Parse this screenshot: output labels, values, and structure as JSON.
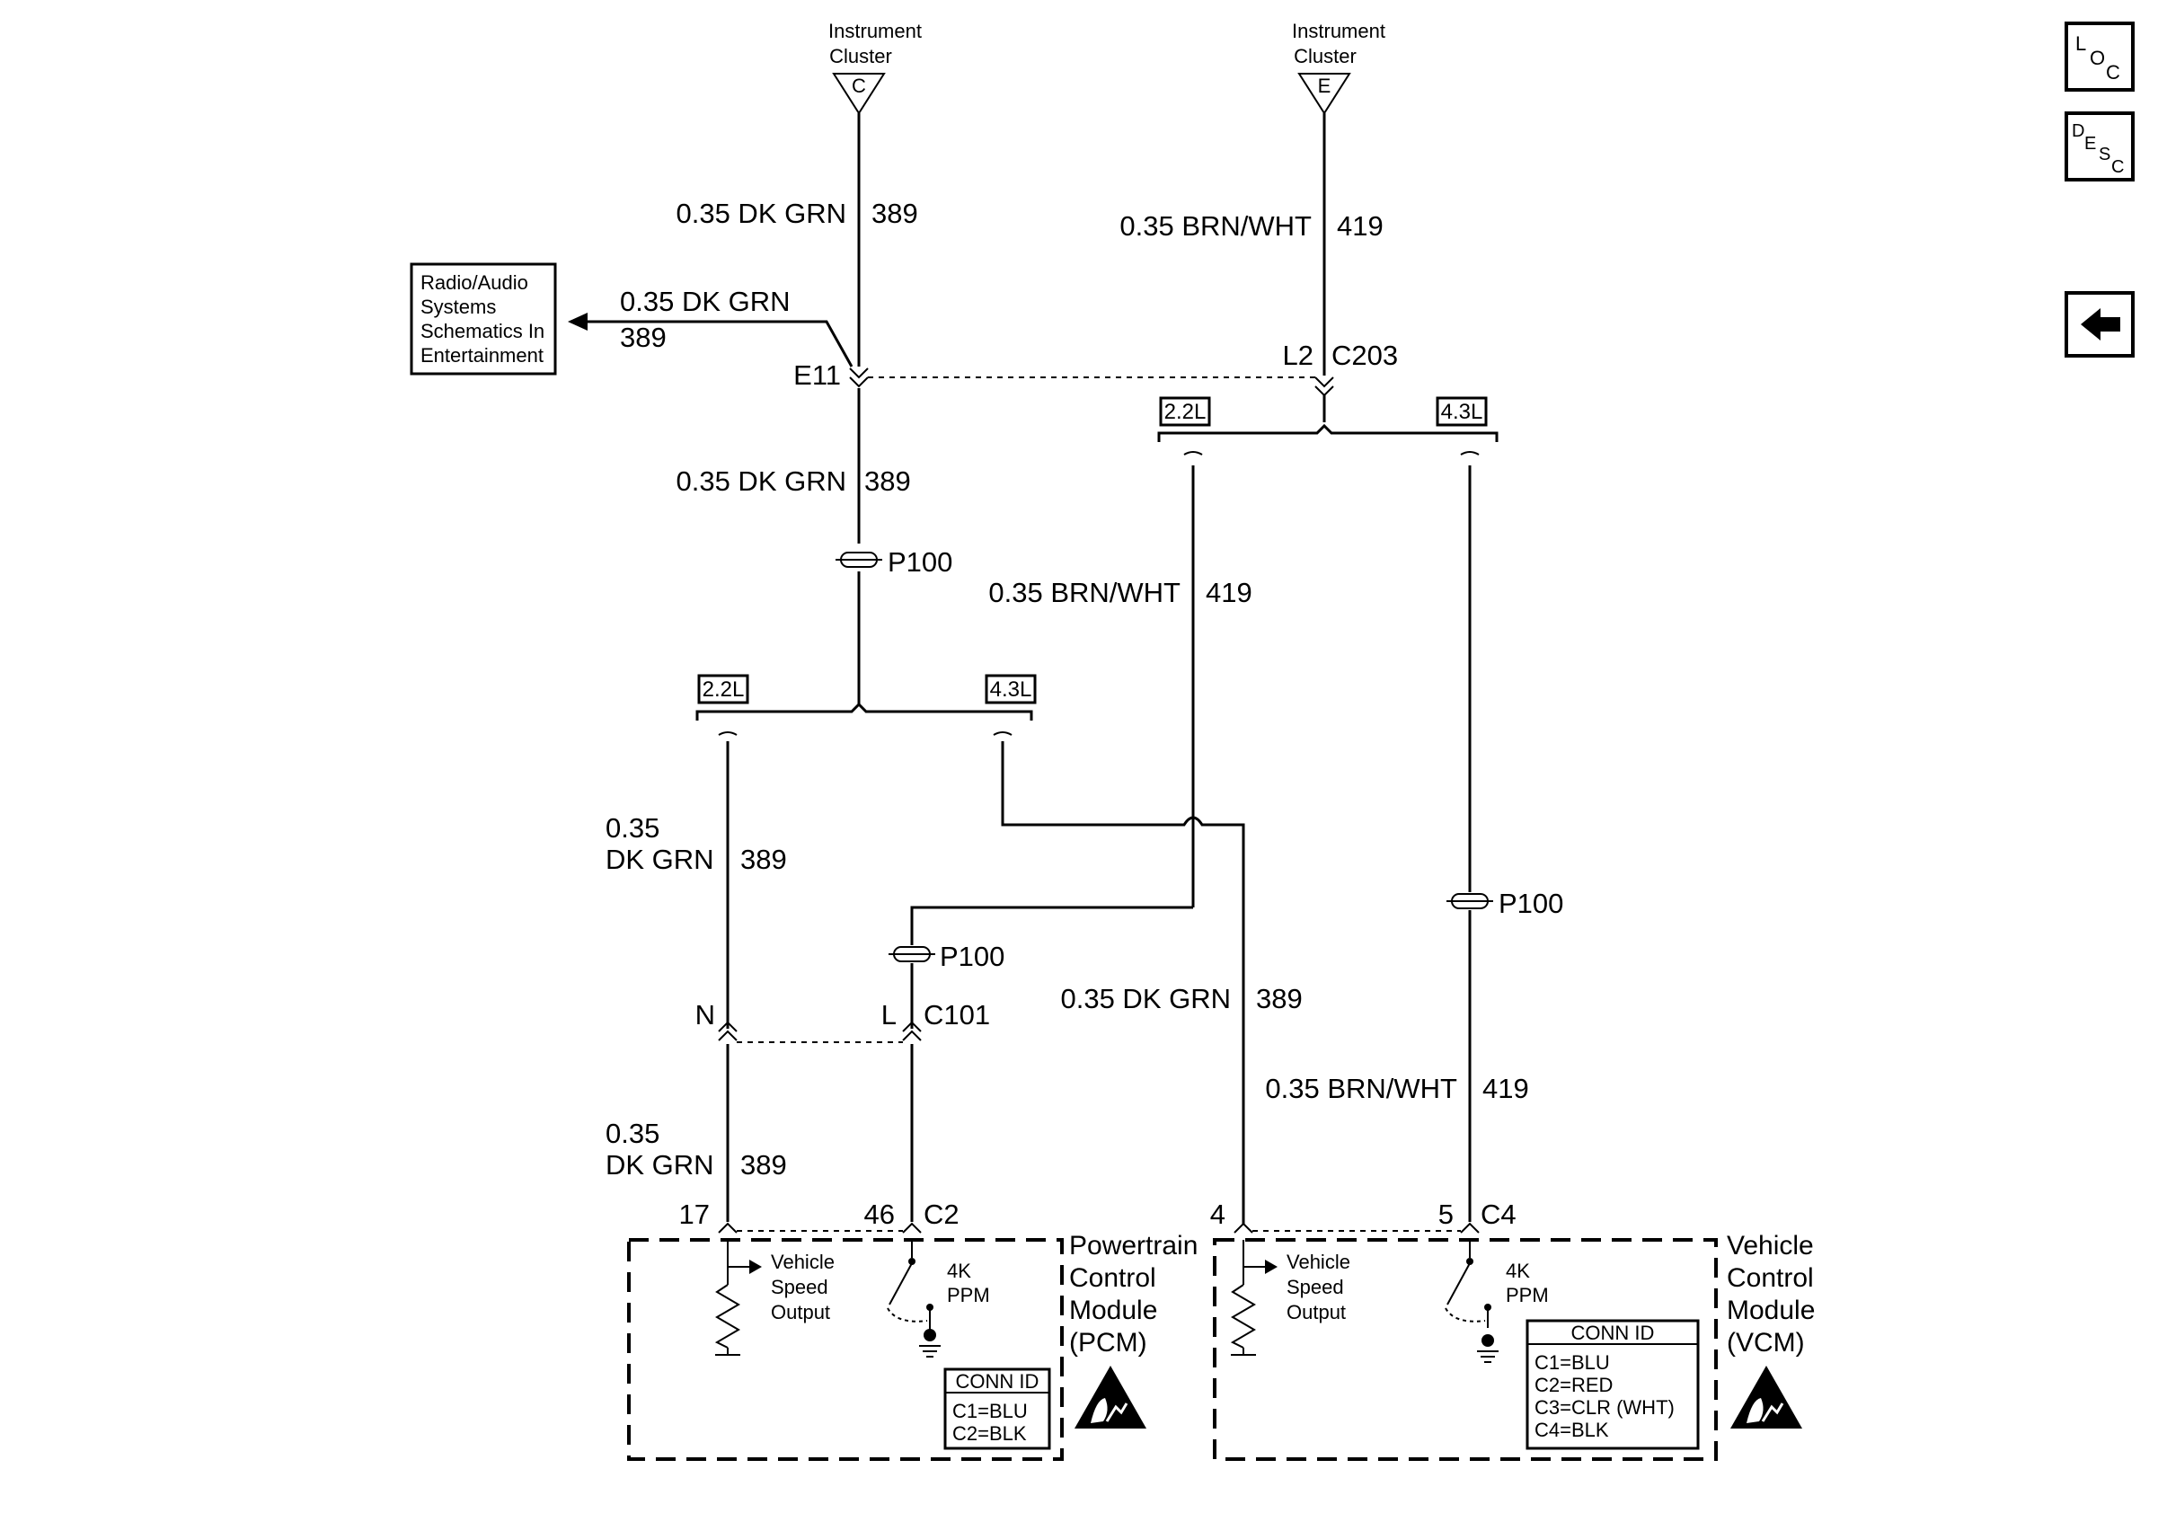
{
  "top_connectors": {
    "left": {
      "title_line1": "Instrument",
      "title_line2": "Cluster",
      "pin": "C"
    },
    "right": {
      "title_line1": "Instrument",
      "title_line2": "Cluster",
      "pin": "E"
    }
  },
  "radio_box": {
    "line1": "Radio/Audio",
    "line2": "Systems",
    "line3": "Schematics In",
    "line4": "Entertainment"
  },
  "wires": {
    "w1": {
      "spec": "0.35 DK GRN",
      "circuit": "389"
    },
    "w2": {
      "spec": "0.35 BRN/WHT",
      "circuit": "419"
    },
    "w3": {
      "spec": "0.35 DK GRN",
      "circuit": "389"
    },
    "w4": {
      "spec": "0.35 DK GRN",
      "circuit": "389"
    },
    "w5": {
      "spec": "0.35 BRN/WHT",
      "circuit": "419"
    },
    "w6": {
      "spec_line1": "0.35",
      "spec_line2": "DK GRN",
      "circuit": "389"
    },
    "w7": {
      "spec_line1": "0.35",
      "spec_line2": "DK GRN",
      "circuit": "389"
    },
    "w8": {
      "spec": "0.35 DK GRN",
      "circuit": "389"
    },
    "w9": {
      "spec": "0.35 BRN/WHT",
      "circuit": "419"
    }
  },
  "connectors": {
    "e11": "E11",
    "l2": "L2",
    "c203": "C203",
    "n": "N",
    "l": "L",
    "c101": "C101",
    "p100": "P100"
  },
  "options": {
    "small": "2.2L",
    "large": "4.3L"
  },
  "pcm": {
    "pin_17": "17",
    "pin_46": "46",
    "connector": "C2",
    "vso_line1": "Vehicle",
    "vso_line2": "Speed",
    "vso_line3": "Output",
    "ppm_line1": "4K",
    "ppm_line2": "PPM",
    "name_line1": "Powertrain",
    "name_line2": "Control",
    "name_line3": "Module",
    "name_line4": "(PCM)",
    "conn_id_title": "CONN ID",
    "conn_ids": [
      "C1=BLU",
      "C2=BLK"
    ]
  },
  "vcm": {
    "pin_4": "4",
    "pin_5": "5",
    "connector": "C4",
    "vso_line1": "Vehicle",
    "vso_line2": "Speed",
    "vso_line3": "Output",
    "ppm_line1": "4K",
    "ppm_line2": "PPM",
    "name_line1": "Vehicle",
    "name_line2": "Control",
    "name_line3": "Module",
    "name_line4": "(VCM)",
    "conn_id_title": "CONN ID",
    "conn_ids": [
      "C1=BLU",
      "C2=RED",
      "C3=CLR (WHT)",
      "C4=BLK"
    ]
  },
  "nav": {
    "loc": {
      "l": "L",
      "o": "O",
      "c": "C"
    },
    "desc": {
      "d": "D",
      "e": "E",
      "s": "S",
      "c": "C"
    }
  }
}
